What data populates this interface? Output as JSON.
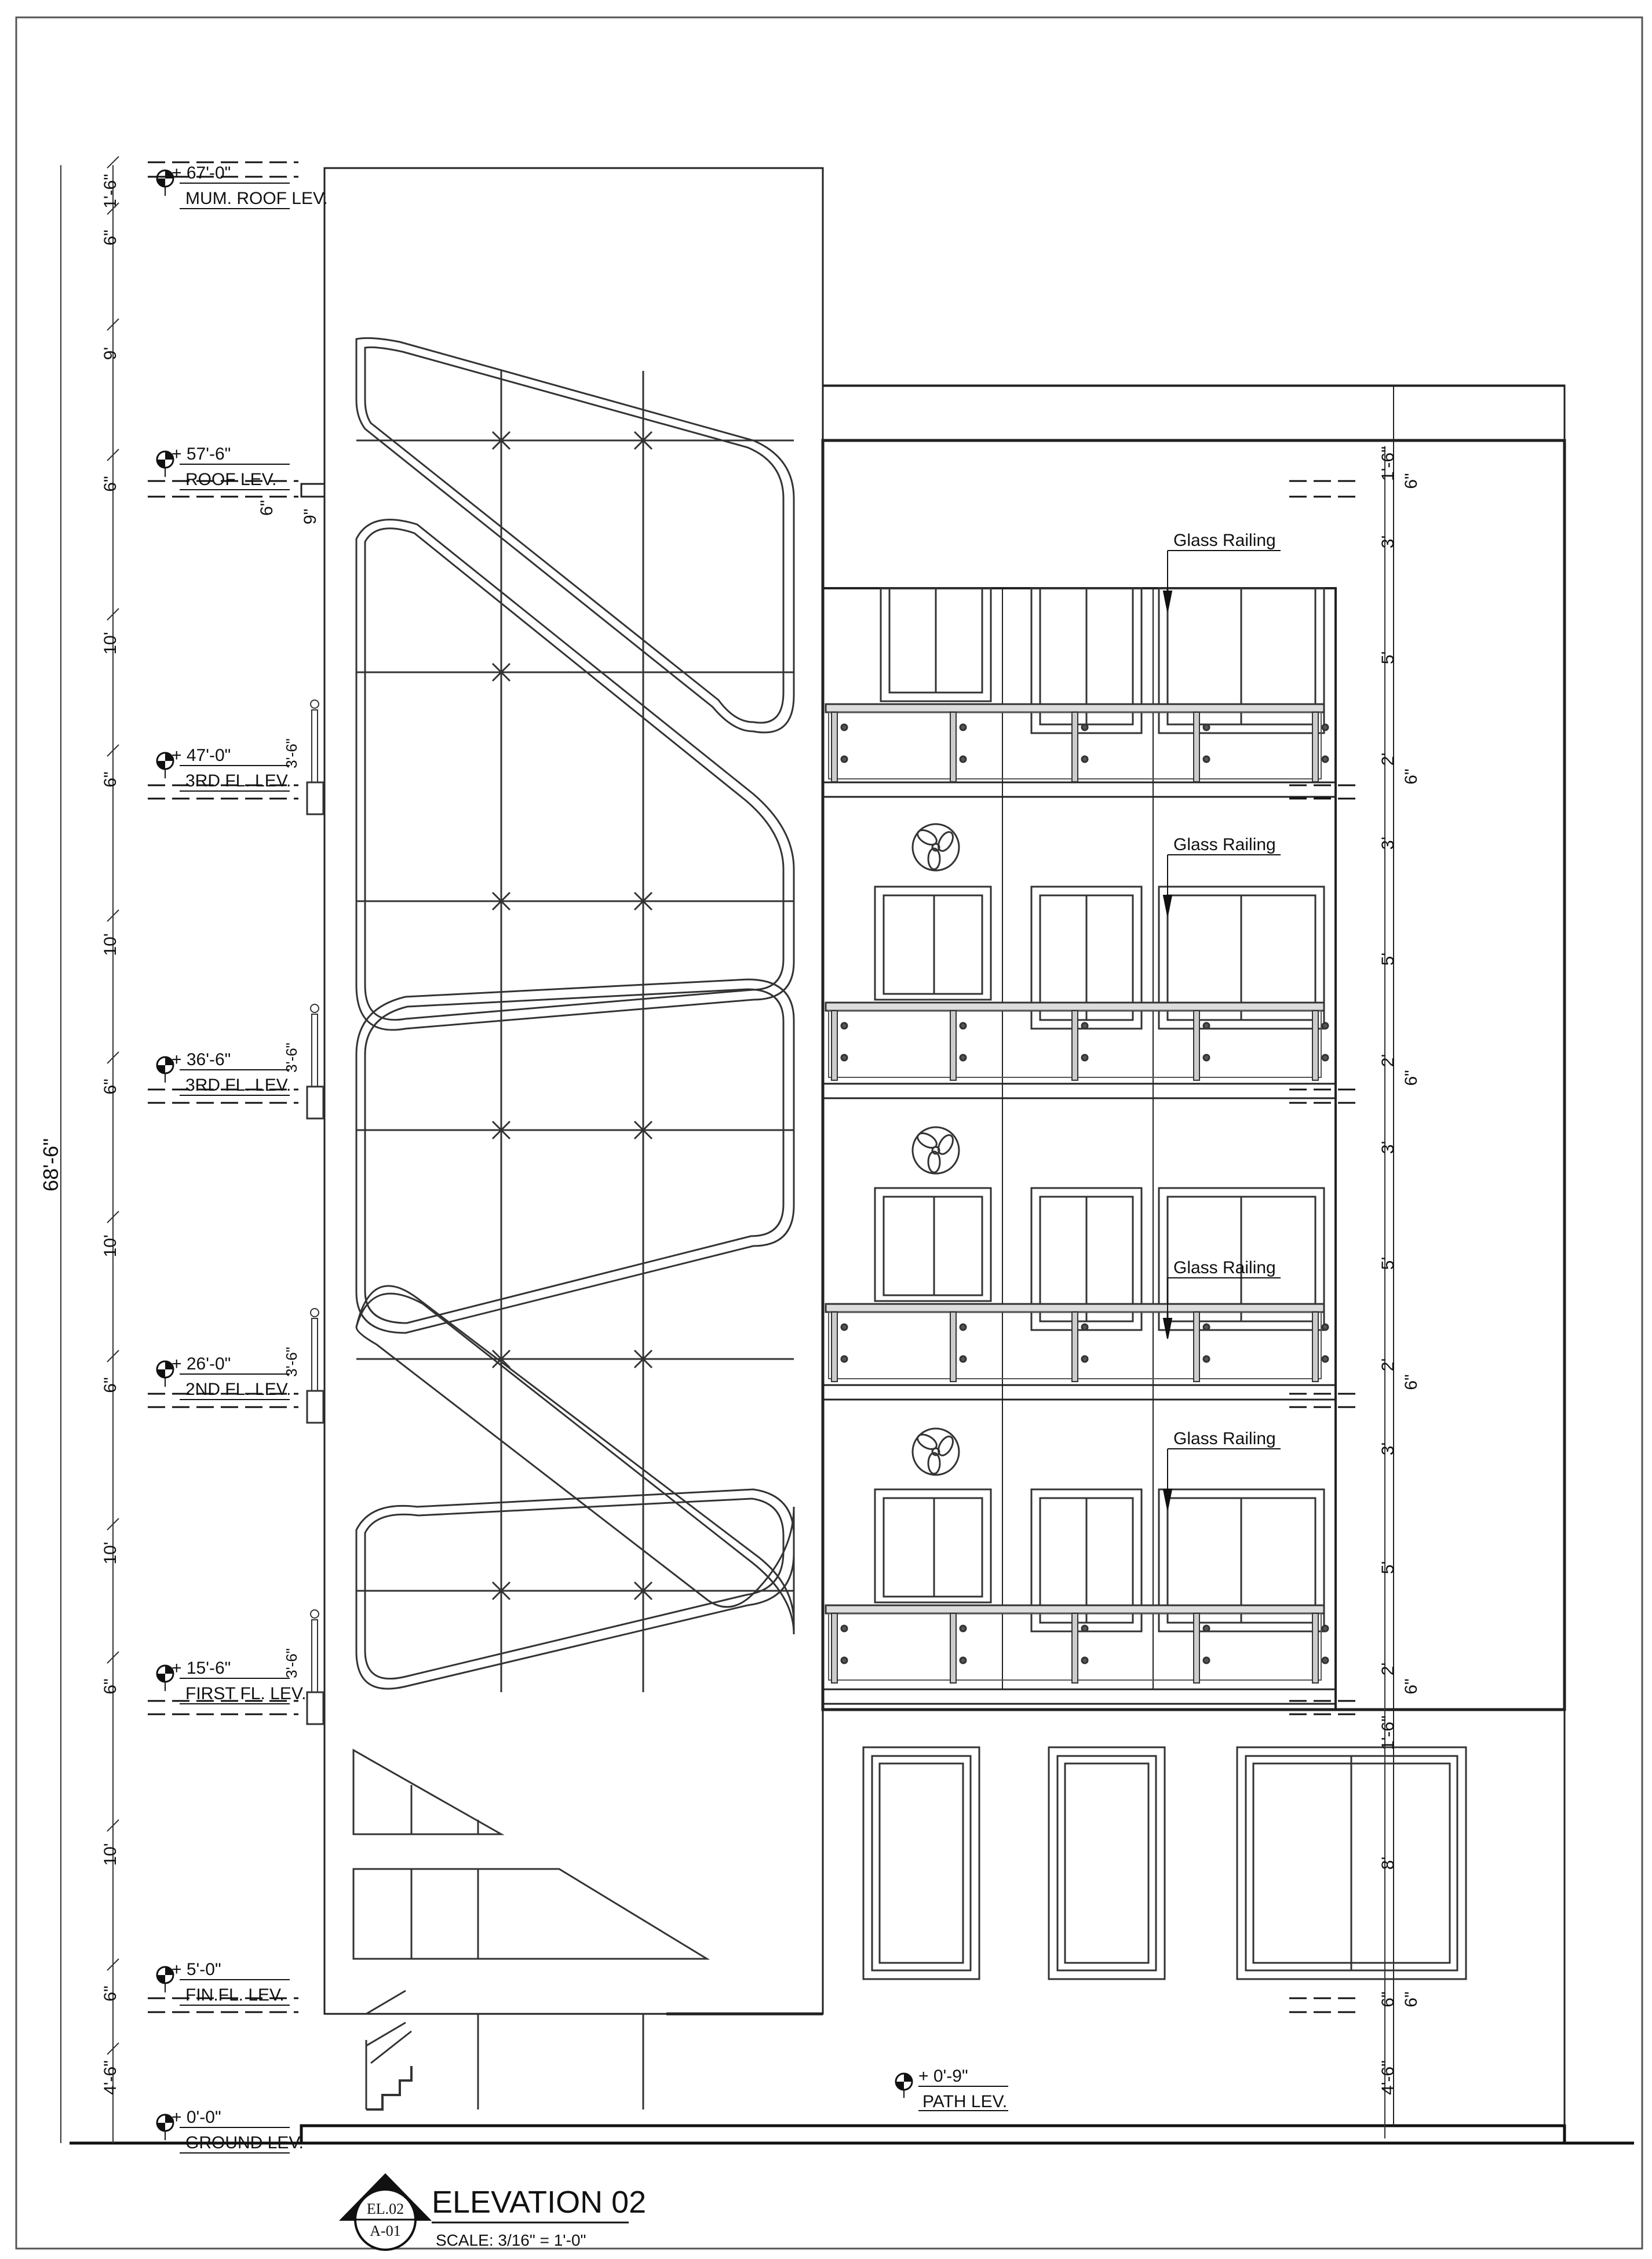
{
  "drawing": {
    "title": "ELEVATION 02",
    "scale": "SCALE: 3/16\" = 1'-0\"",
    "tag_top": "EL.02",
    "tag_bottom": "A-01",
    "overall_height": "68'-6\""
  },
  "levels": [
    {
      "elev": "+ 67'-0\"",
      "name": "MUM. ROOF LEV."
    },
    {
      "elev": "+ 57'-6\"",
      "name": "ROOF LEV."
    },
    {
      "elev": "+ 47'-0\"",
      "name": "3RD FL. LEV."
    },
    {
      "elev": "+ 36'-6\"",
      "name": "3RD FL. LEV."
    },
    {
      "elev": "+ 26'-0\"",
      "name": "2ND FL. LEV."
    },
    {
      "elev": "+ 15'-6\"",
      "name": "FIRST FL. LEV."
    },
    {
      "elev": "+ 5'-0\"",
      "name": "FIN.FL. LEV."
    },
    {
      "elev": "+ 0'-0\"",
      "name": "GROUND LEV."
    }
  ],
  "path_level": {
    "elev": "+ 0'-9\"",
    "name": "PATH LEV."
  },
  "left_dims": [
    "1'-6\"",
    "6\"",
    "9'",
    "6\"",
    "10'",
    "6\"",
    "10'",
    "6\"",
    "10'",
    "6\"",
    "10'",
    "6\"",
    "10'",
    "6\"",
    "4'-6\""
  ],
  "right_dims": [
    "1'-6\"",
    "6\"",
    "3'",
    "5'",
    "2'",
    "6\"",
    "3'",
    "5'",
    "2'",
    "6\"",
    "3'",
    "5'",
    "2'",
    "6\"",
    "3'",
    "5'",
    "2'",
    "6\"",
    "1'-6\"",
    "8'",
    "6\"",
    "6\"",
    "4'-6\""
  ],
  "railing_dims": [
    "3'-6\"",
    "3'-6\"",
    "3'-6\"",
    "3'-6\""
  ],
  "parapet_dims": [
    "6\"",
    "9\""
  ],
  "annotations": [
    "Glass Railing",
    "Glass Railing",
    "Glass Railing",
    "Glass Railing"
  ]
}
